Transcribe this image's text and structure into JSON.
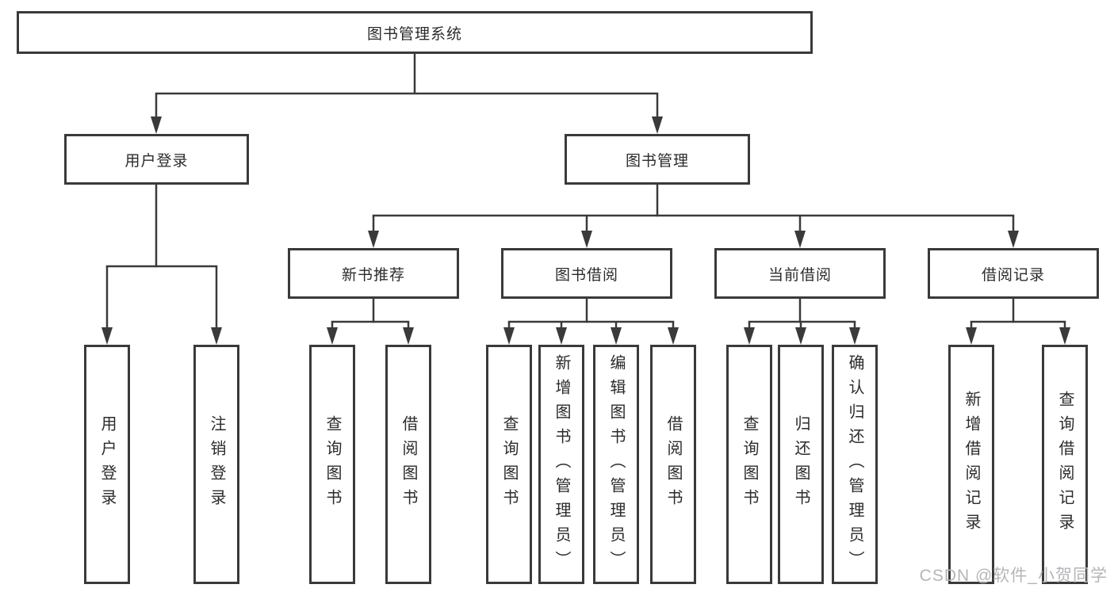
{
  "diagram": {
    "root": {
      "label": "图书管理系统"
    },
    "level2": [
      {
        "label": "用户登录"
      },
      {
        "label": "图书管理"
      }
    ],
    "level3": [
      {
        "label": "新书推荐"
      },
      {
        "label": "图书借阅"
      },
      {
        "label": "当前借阅"
      },
      {
        "label": "借阅记录"
      }
    ],
    "leaves": [
      {
        "label": "用户登录",
        "parent": "用户登录"
      },
      {
        "label": "注销登录",
        "parent": "用户登录"
      },
      {
        "label": "查询图书",
        "parent": "新书推荐"
      },
      {
        "label": "借阅图书",
        "parent": "新书推荐"
      },
      {
        "label": "查询图书",
        "parent": "图书借阅"
      },
      {
        "label": "新增图书（管理员）",
        "parent": "图书借阅"
      },
      {
        "label": "编辑图书（管理员）",
        "parent": "图书借阅"
      },
      {
        "label": "借阅图书",
        "parent": "图书借阅"
      },
      {
        "label": "查询图书",
        "parent": "当前借阅"
      },
      {
        "label": "归还图书",
        "parent": "当前借阅"
      },
      {
        "label": "确认归还（管理员）",
        "parent": "当前借阅"
      },
      {
        "label": "新增借阅记录",
        "parent": "借阅记录"
      },
      {
        "label": "查询借阅记录",
        "parent": "借阅记录"
      }
    ]
  },
  "watermark": {
    "text": "CSDN @软件_小贺同学"
  },
  "colors": {
    "line": "#3a3a3a",
    "text": "#2b2b2b",
    "wm": "#b3b6b9",
    "bg": "#ffffff"
  }
}
